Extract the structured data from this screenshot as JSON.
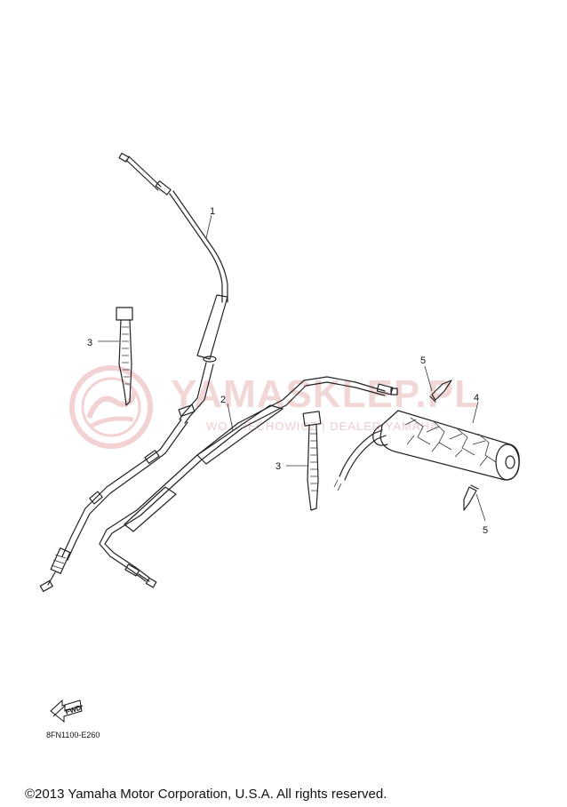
{
  "diagram": {
    "callouts": [
      "1",
      "2",
      "3",
      "3",
      "4",
      "5",
      "5"
    ],
    "diagram_code": "8FN1100-E260",
    "fwd_label": "FWD",
    "copyright": "©2013 Yamaha Motor Corporation, U.S.A. All rights reserved."
  },
  "watermark": {
    "text": "YAMASKLEP.PL",
    "subtext": "WOJCIECHOWICZ | DEALER YAMAHA",
    "color": "#e9b8b8"
  }
}
